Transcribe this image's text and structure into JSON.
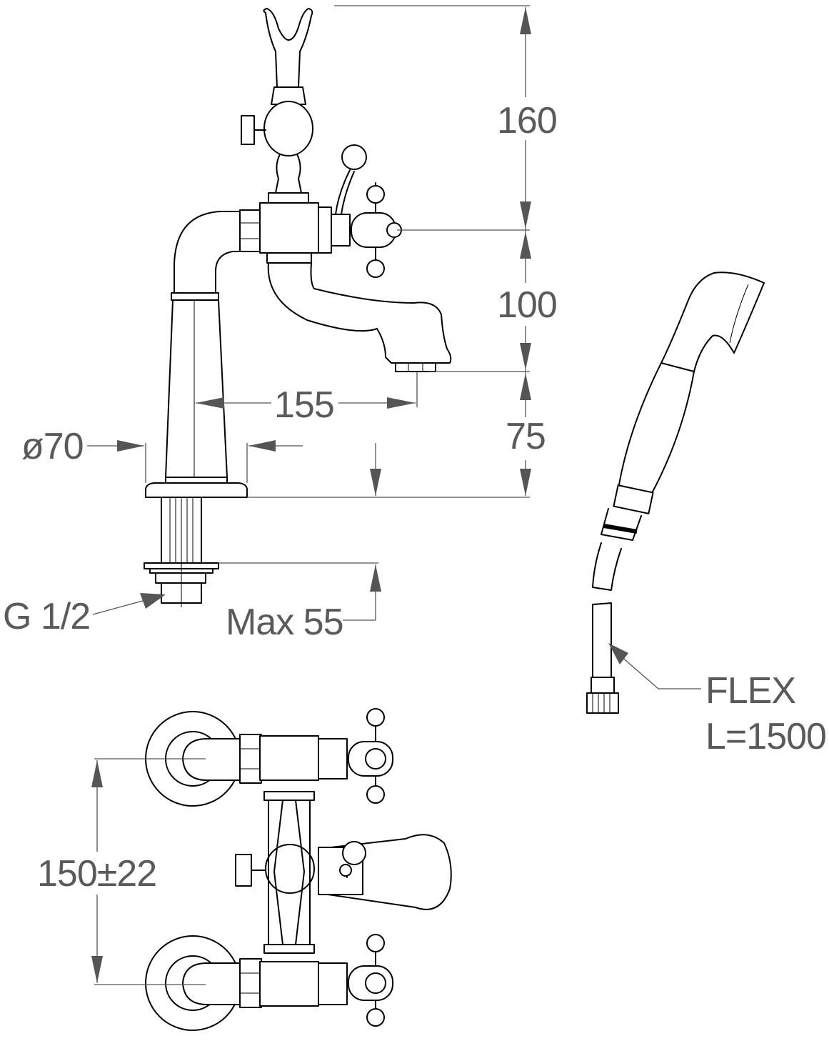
{
  "labels": {
    "height_160": "160",
    "height_100": "100",
    "height_75": "75",
    "reach_155": "155",
    "diameter_70": "ø70",
    "thread_g12": "G 1/2",
    "max_55": "Max 55",
    "flex": "FLEX",
    "flex_length": "L=1500",
    "spacing": "150±22"
  },
  "colors": {
    "line": "#000000",
    "dimension": "#555555",
    "label": "#5a5a5a"
  }
}
